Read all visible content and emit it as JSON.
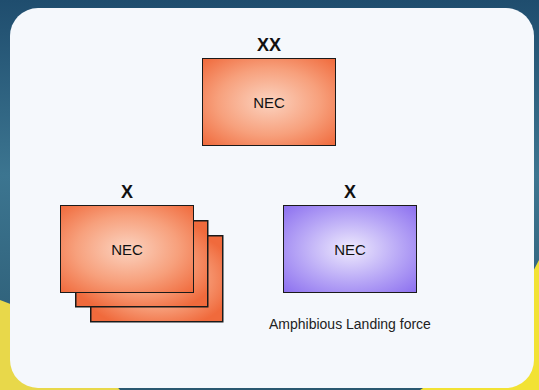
{
  "diagram": {
    "nodes": [
      {
        "text": [
          "XX",
          "NEC"
        ]
      },
      {
        "text": [
          "X",
          "NEC"
        ]
      },
      {
        "text": [
          "X",
          "NEC"
        ]
      }
    ],
    "labels": [
      "Amphibious Landing force"
    ]
  }
}
